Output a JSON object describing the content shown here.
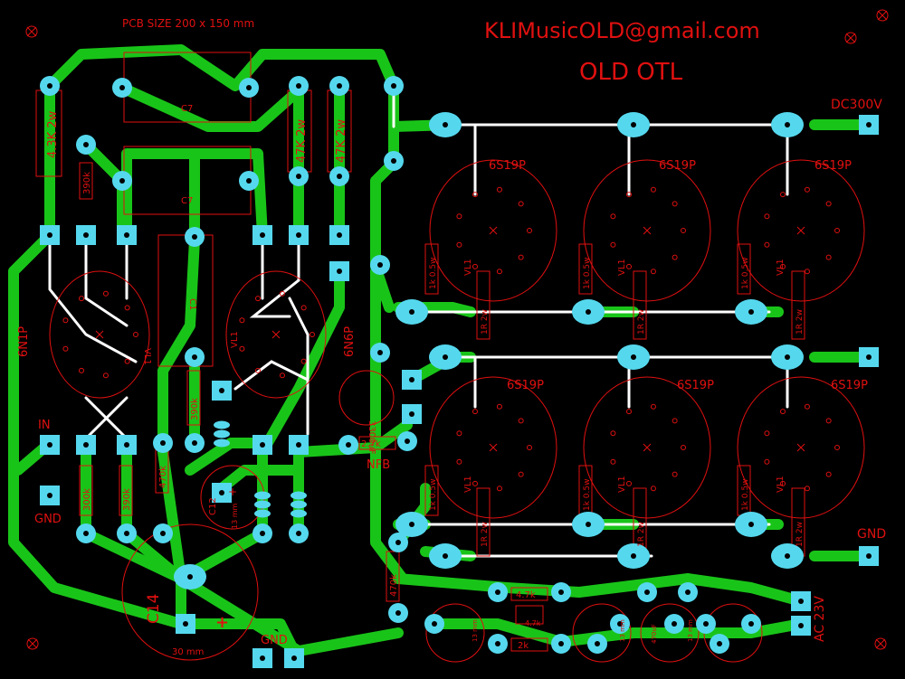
{
  "title": {
    "pcb_size": "PCB SIZE 200 x 150 mm",
    "email": "KLIMusicOLD@gmail.com",
    "name": "OLD OTL"
  },
  "connectors": {
    "dc": "DC300V",
    "gnd_right": "GND",
    "ac": "AC 23V",
    "in": "IN",
    "gnd_left": "GND",
    "gnd_bottom": "GND",
    "nfb": "NFB"
  },
  "tubes": {
    "driver1": "6N1P",
    "driver2": "6N6P",
    "output": "6S19P",
    "socket": "VL1"
  },
  "resistors": {
    "r_4k3": "4.3K 2w",
    "r_47k_a": "47K 2w",
    "r_47k_b": "47K 2w",
    "r_390k_a": "390k",
    "r_390k_b": "390k",
    "r_390k_c": "390k",
    "r_300k": "300k",
    "r_470k_a": "470k",
    "r_470k_b": "470k",
    "r_2k7": "2.7k",
    "r_4k7": "4.7k",
    "r_4k7b": "4.7k",
    "r_2k": "2k",
    "grid": "1k 0.5w",
    "cathode": "1R 2w"
  },
  "capacitors": {
    "c7": "C7",
    "c1": "C1",
    "c12": "C12",
    "c12_size": "13 mm",
    "c14": "C14",
    "c14_size": "30 mm",
    "c_3300": "3300uF",
    "small": "13 mm",
    "c_470": "470uF"
  },
  "colors": {
    "track": "#19c419",
    "pad": "#55d8ee",
    "silk": "#e01010",
    "jumper": "#ffffff",
    "background": "#000000"
  }
}
